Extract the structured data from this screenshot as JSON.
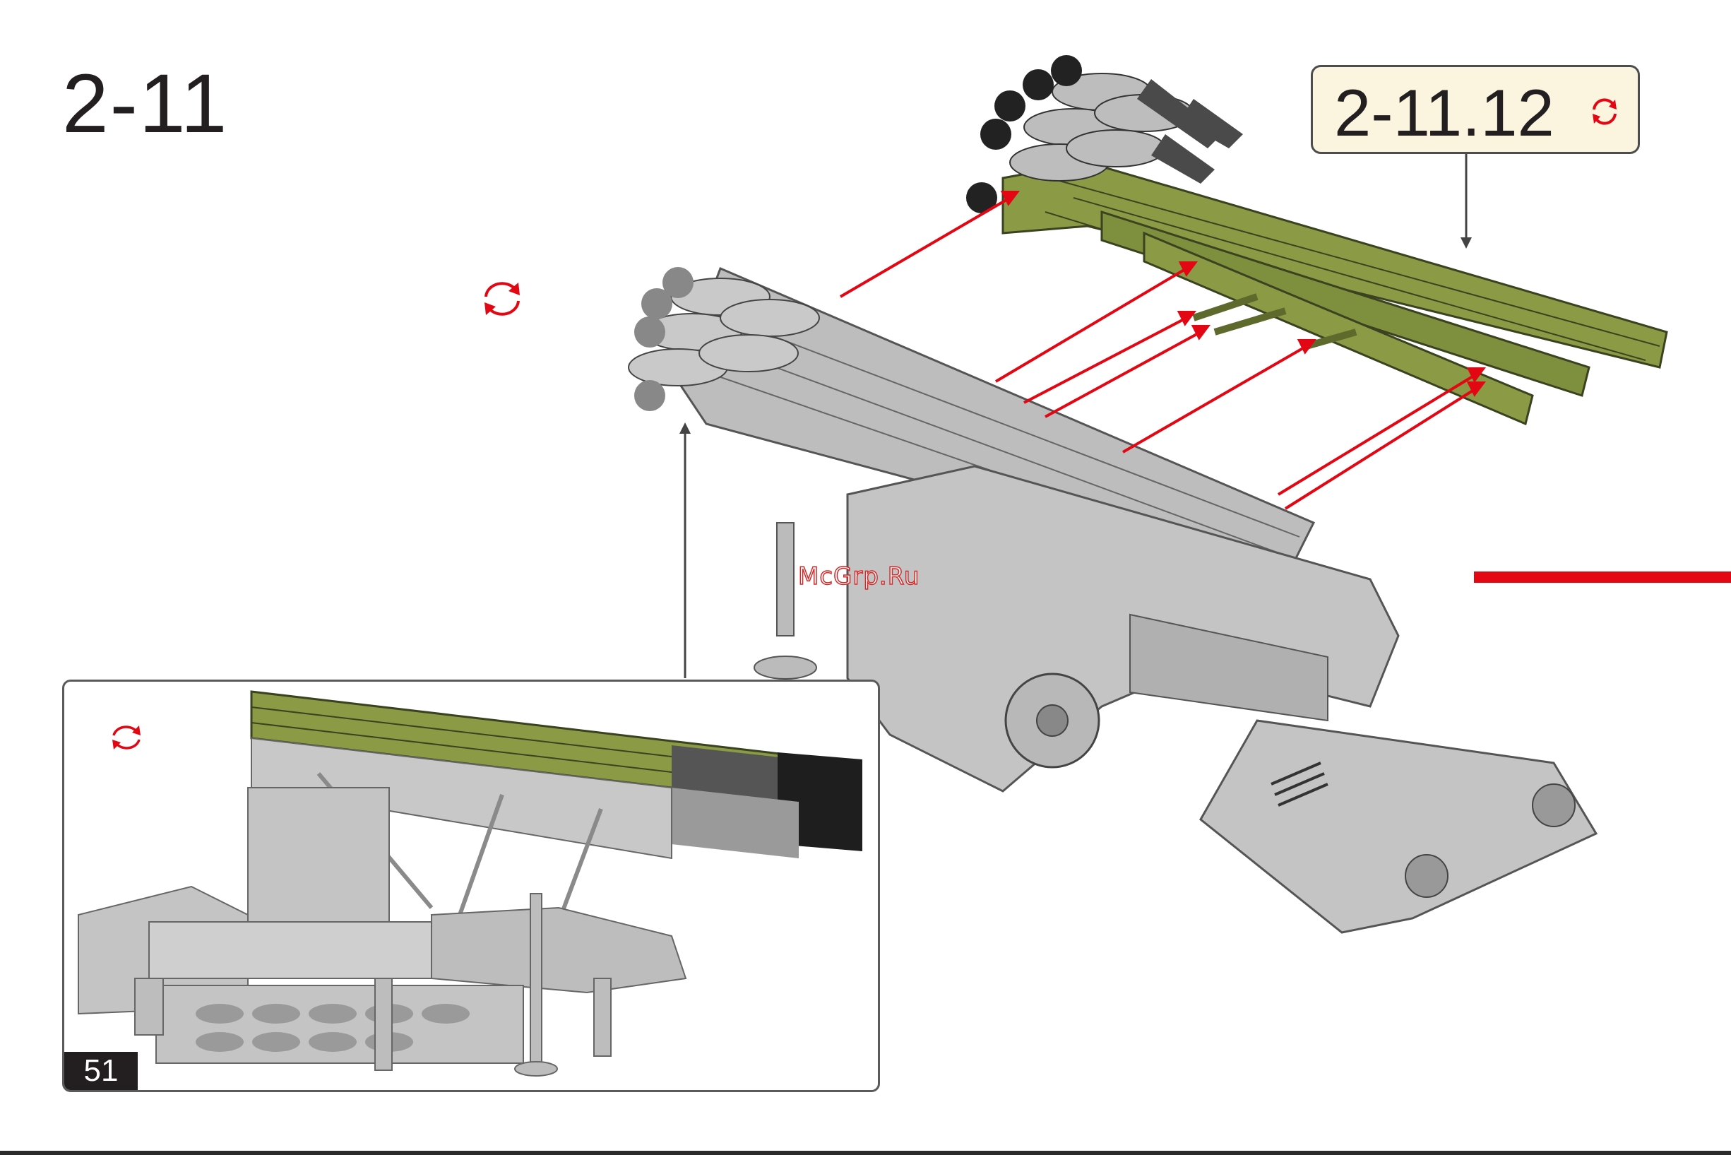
{
  "step": {
    "title": "2-11"
  },
  "substep": {
    "label": "2-11.12"
  },
  "page": {
    "number": "51"
  },
  "watermark": "McGrp.Ru",
  "icons": {
    "rotate": "rotate-arrows-icon"
  },
  "colors": {
    "accent_red": "#e30613",
    "part_green": "#8a9a45",
    "part_gray": "#c4c4c4",
    "callout_bg": "#fbf5e0"
  }
}
